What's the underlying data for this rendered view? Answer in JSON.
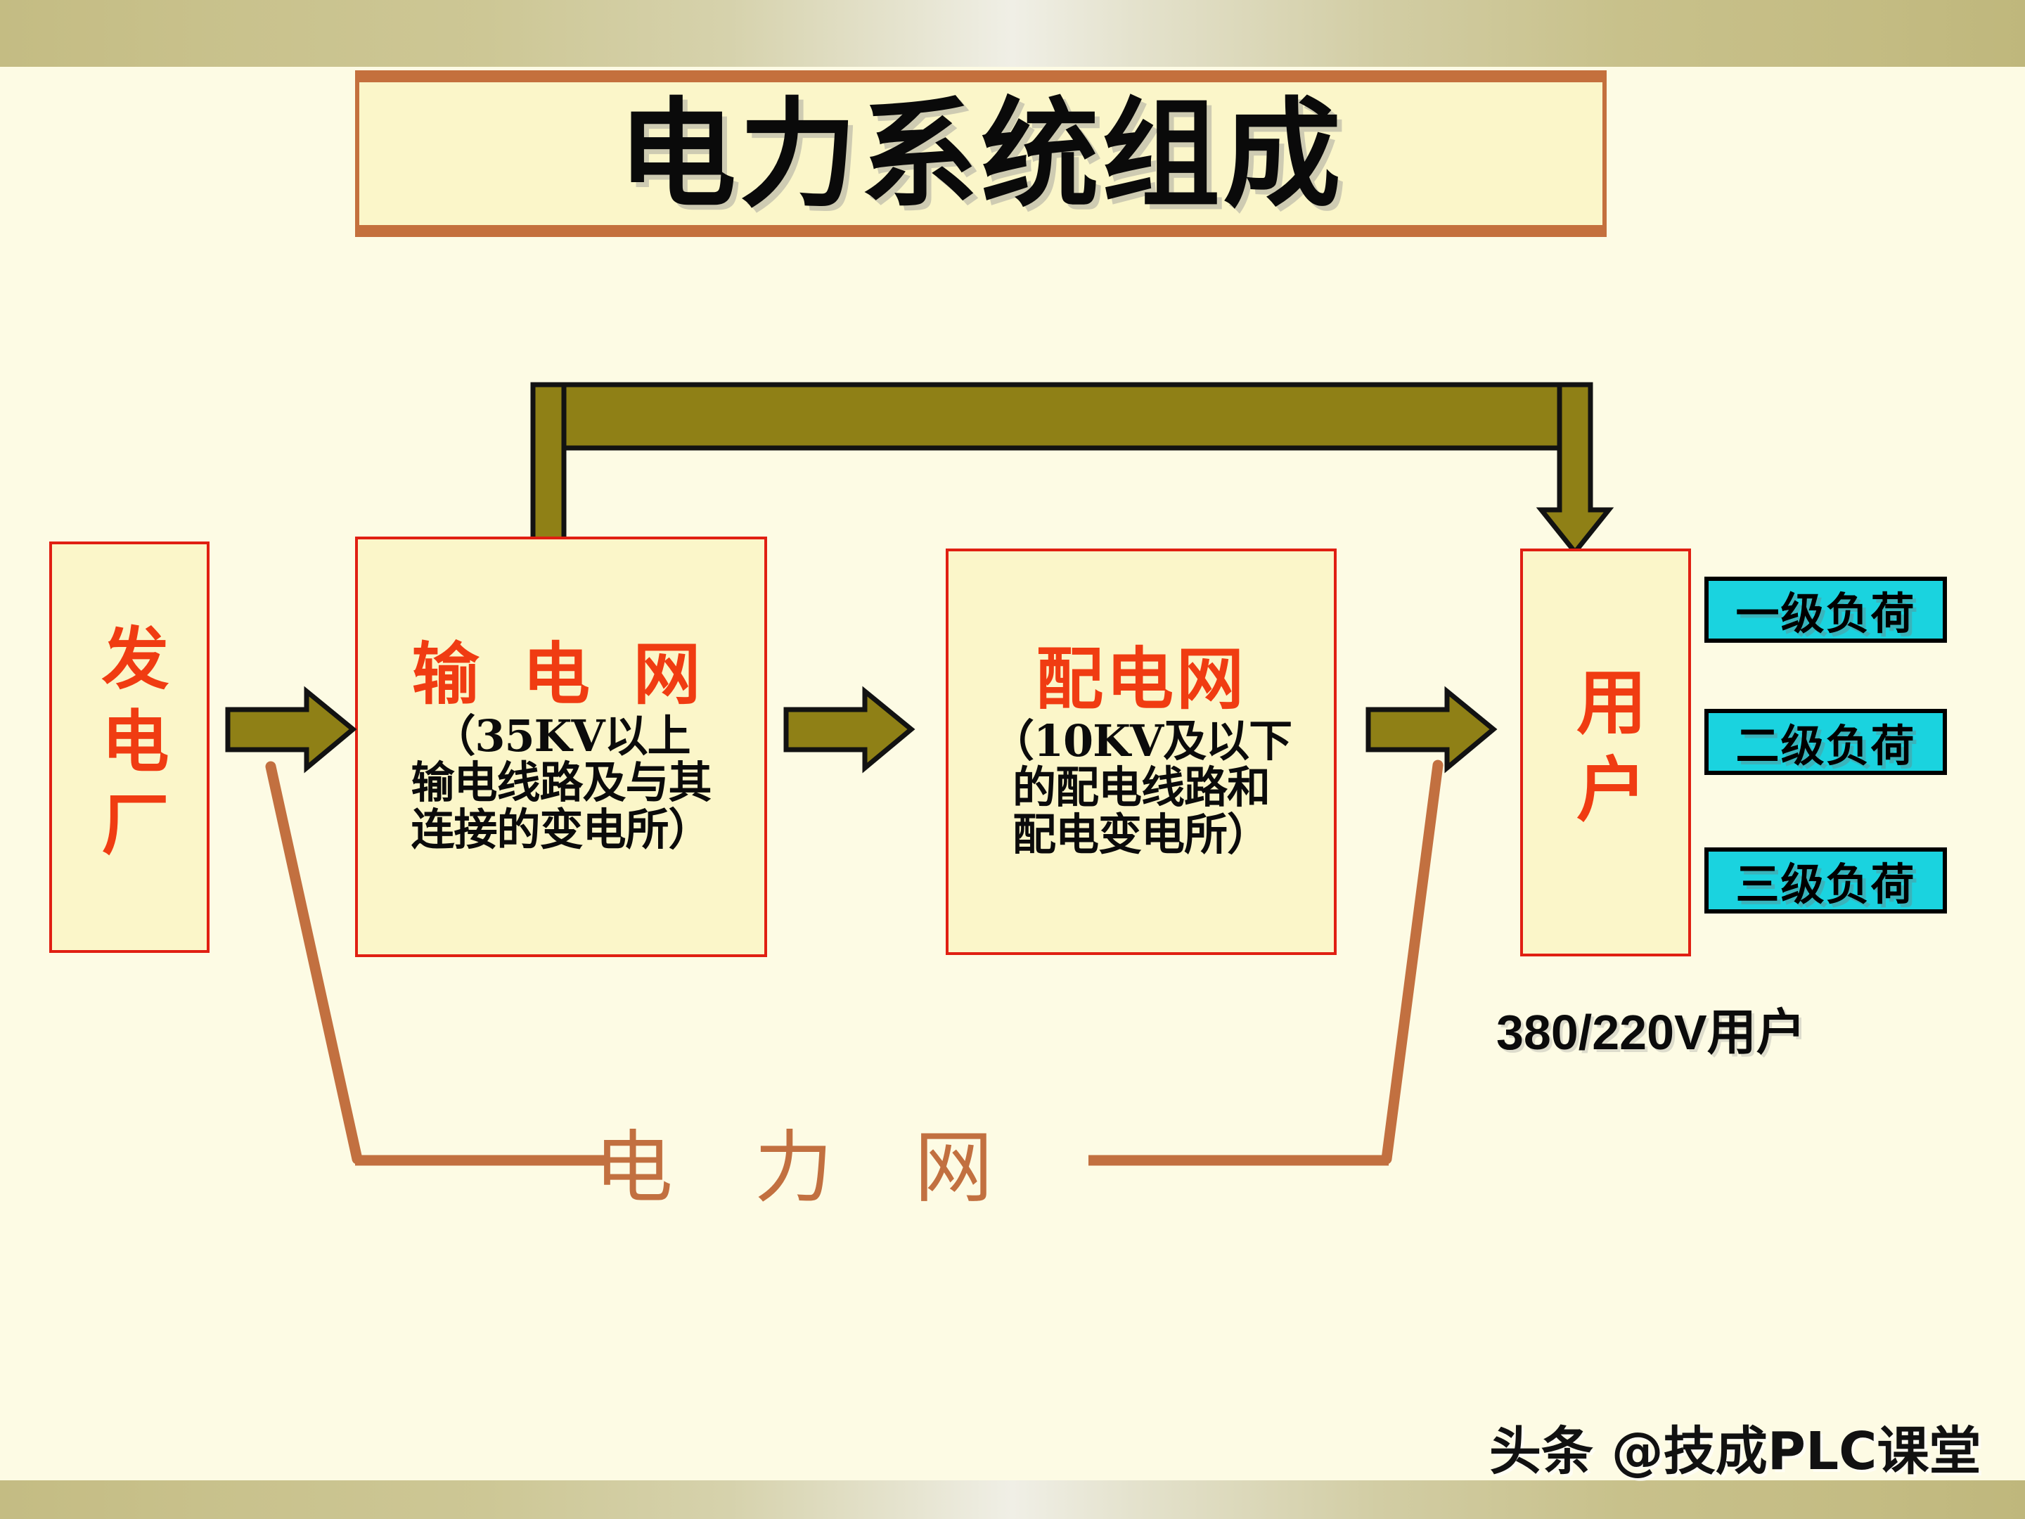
{
  "slide": {
    "title": "电力系统组成",
    "background_color": "#fdfbe4",
    "band_color": "#c4bc83"
  },
  "nodes": [
    {
      "id": "power-plant",
      "title": "发电厂",
      "description": "",
      "title_color": "#f03c12",
      "border_color": "#e01f12",
      "fill_color": "#fbf6c9"
    },
    {
      "id": "transmission-grid",
      "title": "输 电 网",
      "description": "（35KV以上\n输电线路及与其\n连接的变电所）",
      "desc_line_1": "（35KV以上",
      "desc_line_2": "输电线路及与其",
      "desc_line_3": "连接的变电所）",
      "title_color": "#f03c12",
      "border_color": "#e01f12",
      "fill_color": "#fbf6c9"
    },
    {
      "id": "distribution-grid",
      "title": "配电网",
      "description": "（10KV及以下\n的配电线路和\n配电变电所）",
      "desc_line_1": "（10KV及以下",
      "desc_line_2": "的配电线路和",
      "desc_line_3": "配电变电所）",
      "title_color": "#f03c12",
      "border_color": "#e01f12",
      "fill_color": "#fbf6c9"
    },
    {
      "id": "user",
      "title": "用户",
      "description": "",
      "title_color": "#f03c12",
      "border_color": "#e01f12",
      "fill_color": "#fbf6c9"
    }
  ],
  "loads": {
    "fill_color": "#1ad3df",
    "items": [
      {
        "label": "一级负荷"
      },
      {
        "label": "二级负荷"
      },
      {
        "label": "三级负荷"
      }
    ]
  },
  "voltage_label": "380/220V用户",
  "grid_label": "电 力 网",
  "grid_label_color": "#c27040",
  "connectors": {
    "arrow_color": "#8f8016",
    "arrow_outline": "#000000",
    "bracket_color": "#c27040",
    "count_arrows": 3
  },
  "watermark": "头条 @技成PLC课堂"
}
